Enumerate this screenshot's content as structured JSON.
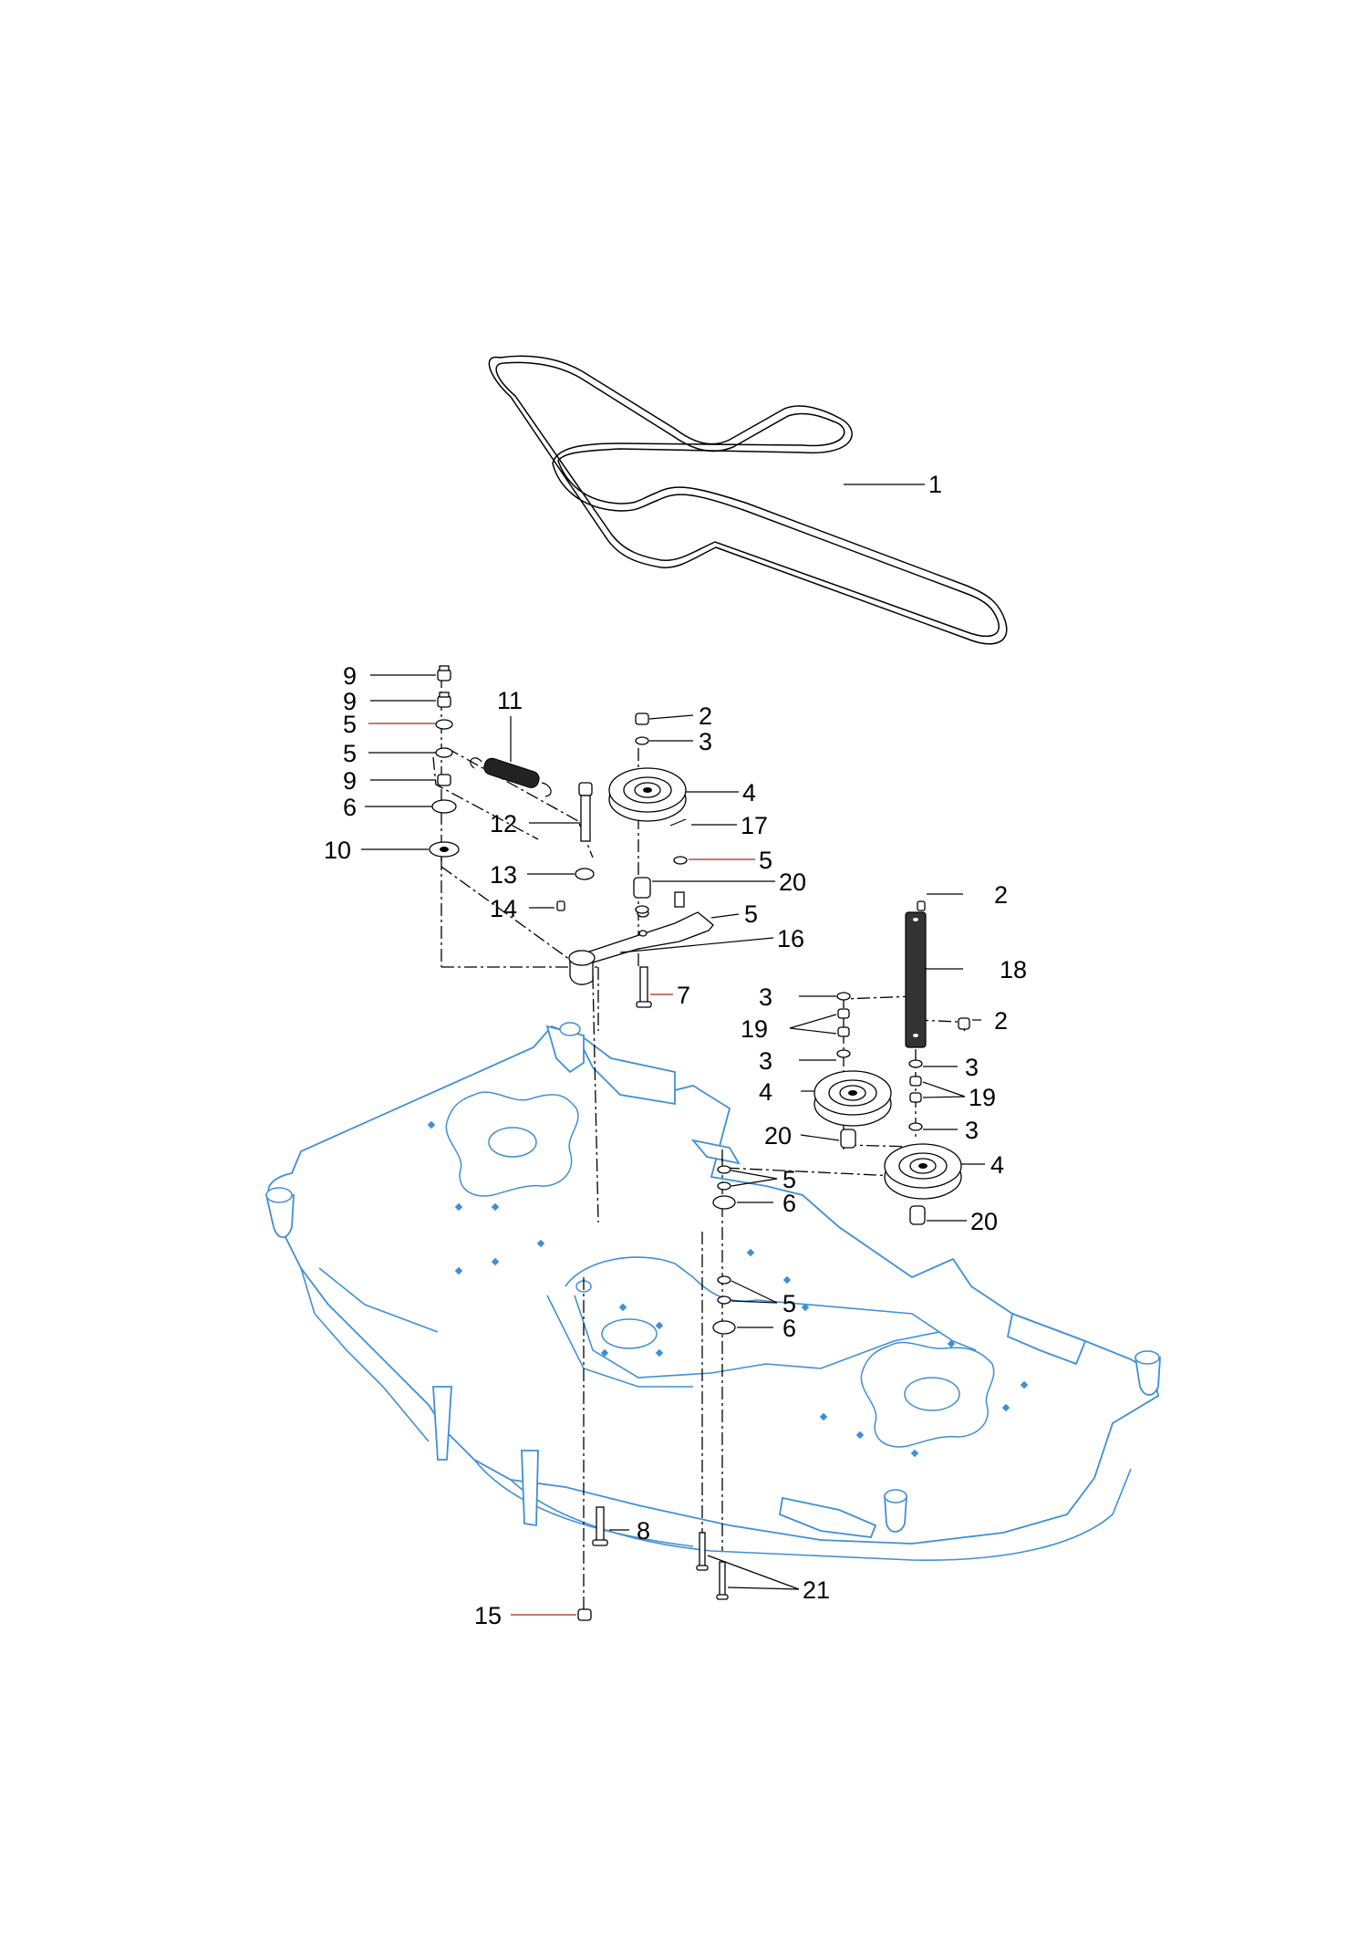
{
  "colors": {
    "deck_outline": "#3f8fd6",
    "parts_outline": "#000000",
    "leader_accent": "#b02020",
    "background": "#ffffff"
  },
  "callouts": [
    {
      "id": "c1",
      "label": "1",
      "part": "belt"
    },
    {
      "id": "c2a",
      "label": "2",
      "part": "nut-top-center"
    },
    {
      "id": "c3a",
      "label": "3",
      "part": "washer-top-center"
    },
    {
      "id": "c4a",
      "label": "4",
      "part": "idler-pulley-top"
    },
    {
      "id": "c17",
      "label": "17",
      "part": "pin"
    },
    {
      "id": "c5a",
      "label": "5",
      "part": "washer"
    },
    {
      "id": "c20a",
      "label": "20",
      "part": "spacer-top"
    },
    {
      "id": "c5b",
      "label": "5",
      "part": "washer"
    },
    {
      "id": "c16",
      "label": "16",
      "part": "idler-arm"
    },
    {
      "id": "c7",
      "label": "7",
      "part": "bolt"
    },
    {
      "id": "c9a",
      "label": "9",
      "part": "nut"
    },
    {
      "id": "c9b",
      "label": "9",
      "part": "nut"
    },
    {
      "id": "c5c",
      "label": "5",
      "part": "washer"
    },
    {
      "id": "c5d",
      "label": "5",
      "part": "washer"
    },
    {
      "id": "c9c",
      "label": "9",
      "part": "nut"
    },
    {
      "id": "c6a",
      "label": "6",
      "part": "washer"
    },
    {
      "id": "c10",
      "label": "10",
      "part": "washer-large"
    },
    {
      "id": "c11",
      "label": "11",
      "part": "spring"
    },
    {
      "id": "c12",
      "label": "12",
      "part": "pivot-bolt"
    },
    {
      "id": "c13",
      "label": "13",
      "part": "washer"
    },
    {
      "id": "c14",
      "label": "14",
      "part": "grease-fitting"
    },
    {
      "id": "c2b",
      "label": "2",
      "part": "nut-bracket-top"
    },
    {
      "id": "c18",
      "label": "18",
      "part": "bracket"
    },
    {
      "id": "c2c",
      "label": "2",
      "part": "nut-bracket-side"
    },
    {
      "id": "c3b",
      "label": "3",
      "part": "washer"
    },
    {
      "id": "c19a",
      "label": "19",
      "part": "spacers"
    },
    {
      "id": "c3c",
      "label": "3",
      "part": "washer"
    },
    {
      "id": "c4b",
      "label": "4",
      "part": "idler-pulley-mid"
    },
    {
      "id": "c20b",
      "label": "20",
      "part": "spacer"
    },
    {
      "id": "c3d",
      "label": "3",
      "part": "washer"
    },
    {
      "id": "c19b",
      "label": "19",
      "part": "spacers"
    },
    {
      "id": "c3e",
      "label": "3",
      "part": "washer"
    },
    {
      "id": "c4c",
      "label": "4",
      "part": "idler-pulley-right"
    },
    {
      "id": "c20c",
      "label": "20",
      "part": "spacer"
    },
    {
      "id": "c5e",
      "label": "5",
      "part": "washers"
    },
    {
      "id": "c6b",
      "label": "6",
      "part": "washer"
    },
    {
      "id": "c5f",
      "label": "5",
      "part": "washers"
    },
    {
      "id": "c6c",
      "label": "6",
      "part": "washer"
    },
    {
      "id": "c8",
      "label": "8",
      "part": "bolt"
    },
    {
      "id": "c21",
      "label": "21",
      "part": "bolts"
    },
    {
      "id": "c15",
      "label": "15",
      "part": "nut"
    }
  ]
}
